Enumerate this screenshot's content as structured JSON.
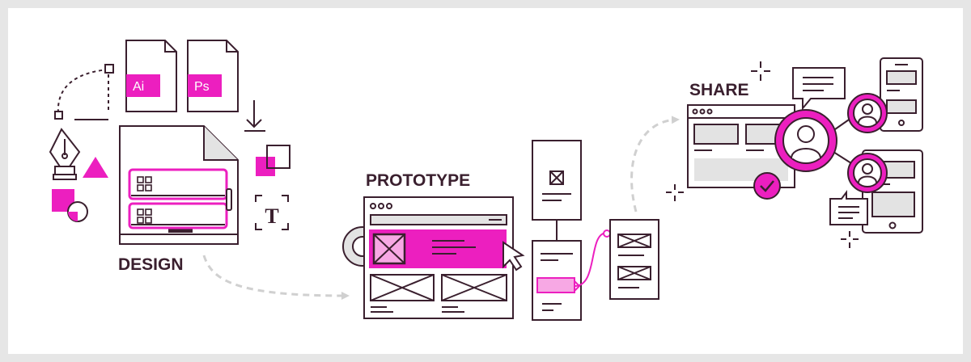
{
  "labels": {
    "design": "DESIGN",
    "prototype": "PROTOTYPE",
    "share": "SHARE"
  },
  "file_icons": {
    "ai": "Ai",
    "ps": "Ps"
  },
  "text_tool_glyph": "T",
  "icons": [
    "pen-tool-icon",
    "triangle-icon",
    "shapes-icon",
    "download-arrow-icon",
    "gear-icon",
    "cursor-icon",
    "chat-bubble-icon",
    "user-icon",
    "checkmark-icon",
    "sparkle-icon",
    "phone-icon",
    "tablet-icon"
  ],
  "colors": {
    "background": "#e6e6e6",
    "canvas": "#ffffff",
    "outline": "#3a1f2e",
    "accent": "#ec1fbf",
    "accent_light": "#f7a8e4",
    "panel_gray": "#e3e3e3",
    "arrow": "#d0d0d0"
  }
}
